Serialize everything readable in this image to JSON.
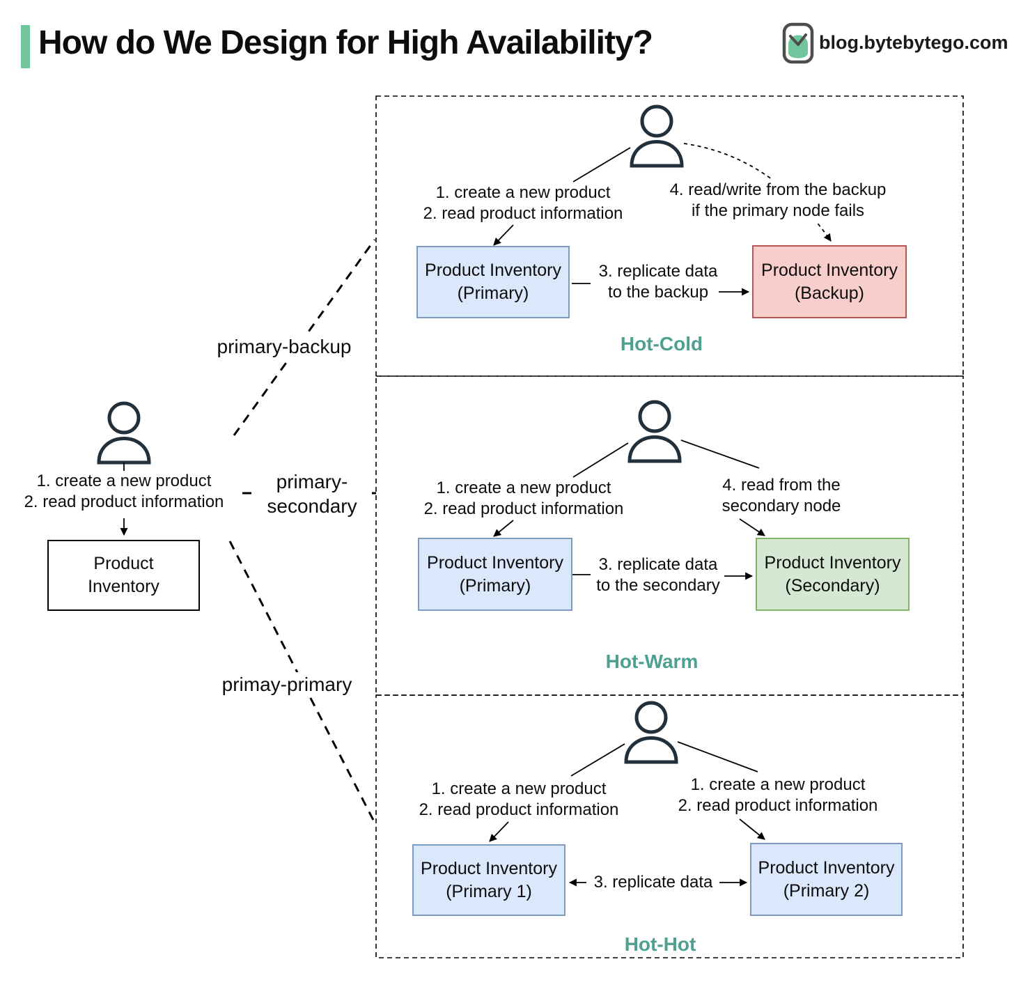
{
  "header": {
    "title": "How do We Design for High Availability?",
    "brand": "blog.bytebytego.com"
  },
  "client": {
    "actions_line1": "1. create a new product",
    "actions_line2": "2. read product information",
    "box_line1": "Product",
    "box_line2": "Inventory"
  },
  "connectors": {
    "primary_backup": "primary-backup",
    "primary_secondary_line1": "primary-",
    "primary_secondary_line2": "secondary",
    "primary_primary": "primay-primary"
  },
  "hot_cold": {
    "actions_line1": "1. create a new product",
    "actions_line2": "2. read product information",
    "failover_line1": "4. read/write from the backup",
    "failover_line2": "if the primary node fails",
    "primary_box_line1": "Product Inventory",
    "primary_box_line2": "(Primary)",
    "backup_box_line1": "Product Inventory",
    "backup_box_line2": "(Backup)",
    "replicate_line1": "3. replicate data",
    "replicate_line2": "to the backup",
    "label": "Hot-Cold"
  },
  "hot_warm": {
    "actions_line1": "1. create a new product",
    "actions_line2": "2. read product information",
    "read_line1": "4. read from the",
    "read_line2": "secondary node",
    "primary_box_line1": "Product Inventory",
    "primary_box_line2": "(Primary)",
    "secondary_box_line1": "Product Inventory",
    "secondary_box_line2": "(Secondary)",
    "replicate_line1": "3. replicate data",
    "replicate_line2": "to the secondary",
    "label": "Hot-Warm"
  },
  "hot_hot": {
    "left_actions_line1": "1. create a new product",
    "left_actions_line2": "2. read product information",
    "right_actions_line1": "1. create a new product",
    "right_actions_line2": "2. read product information",
    "primary1_box_line1": "Product Inventory",
    "primary1_box_line2": "(Primary 1)",
    "primary2_box_line1": "Product Inventory",
    "primary2_box_line2": "(Primary 2)",
    "replicate": "3. replicate data",
    "label": "Hot-Hot"
  },
  "colors": {
    "accent_green": "#72c69e",
    "teal_label": "#4da092",
    "blue_fill": "#dbe8fc",
    "blue_stroke": "#7d9bc1",
    "red_fill": "#f8cecc",
    "red_stroke": "#b85450",
    "green_fill": "#d5e8d4",
    "green_stroke": "#82b366",
    "icon_stroke": "#22303c"
  }
}
